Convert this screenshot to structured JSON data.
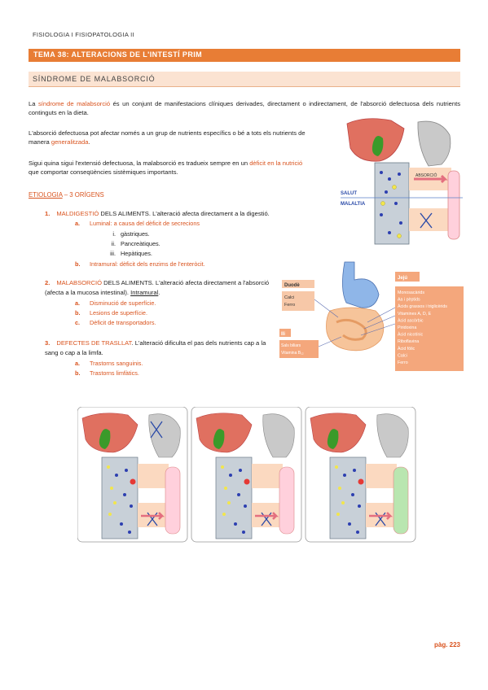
{
  "header": {
    "course": "FISIOLOGIA I FISIOPATOLOGIA II"
  },
  "title_bar": {
    "title": "TEMA 38: ALTERACIONS DE L'INTESTÍ PRIM"
  },
  "section": {
    "title": "SÍNDROME DE MALABSORCIÓ"
  },
  "intro": {
    "p1_a": "La ",
    "p1_link": "síndrome de malabsorció",
    "p1_b": " és un conjunt de manifestacions clíniques derivades, directament o indirectament, de l'absorció defectuosa dels nutrients continguts en la dieta.",
    "p2_a": "L'absorció defectuosa pot afectar només a un grup de nutrients específics o bé a tots els nutrients de manera ",
    "p2_hl": "generalitzada",
    "p2_b": ".",
    "p3_a": "Sigui quina sigui l'extensió defectuosa, la malabsorció es tradueix sempre en un ",
    "p3_hl": "dèficit en la nutrició",
    "p3_b": " que comportar conseqüències sistèmiques importants."
  },
  "etiology": {
    "title": "ETIOLOGIA",
    "suffix": " – 3 ORÍGENS"
  },
  "items": [
    {
      "num": "1.",
      "head": "MALDIGESTIÓ",
      "rest": " DELS ALIMENTS. L'alteració afecta directament a la digestió.",
      "subs": [
        {
          "key": "a.",
          "text": "Luminal: a causa del dèficit de secrecions"
        },
        {
          "key": "b.",
          "text": "Intramural: dèficit dels enzims de l'enteròcit."
        }
      ],
      "roman": [
        {
          "key": "i.",
          "text": "gàstriques."
        },
        {
          "key": "ii.",
          "text": "Pancreàtiques."
        },
        {
          "key": "iii.",
          "text": "Hepàtiques."
        }
      ]
    },
    {
      "num": "2.",
      "head": "MALABSORCIÓ",
      "rest": " DELS ALIMENTS. L'alteració afecta directament a l'absorció (afecta a la mucosa intestinal). ",
      "rest_u": "Intramural",
      "rest_end": ".",
      "subs": [
        {
          "key": "a.",
          "text": "Disminució de superfície."
        },
        {
          "key": "b.",
          "text": "Lesions de superfície."
        },
        {
          "key": "c.",
          "text": "Dèficit de transportadors."
        }
      ]
    },
    {
      "num": "3.",
      "head": "DEFECTES DE TRASLLAT",
      "rest": ". L'alteració dificulta el pas dels nutrients cap a la sang o cap a la limfa.",
      "subs": [
        {
          "key": "a.",
          "text": "Trastorns sanguinis."
        },
        {
          "key": "b.",
          "text": "Trastorns limfàtics."
        }
      ]
    }
  ],
  "fig1": {
    "label_absorcio": "ABSORCIÓ",
    "label_salut": "SALUT",
    "label_malaltia": "MALALTIA"
  },
  "fig2": {
    "duode": "Duodè",
    "duode_list": [
      "Calci",
      "Ferro"
    ],
    "ili": "Ili",
    "ili_list": [
      "Sals biliars",
      "Vitamina B₁₂"
    ],
    "jeju": "Jejú",
    "jeju_list": [
      "Monosacàrids",
      "Aa i pèptids",
      "Àcids grassos i triglicèrids",
      "Vitamines A, D, E",
      "Àcid ascòrbic",
      "Piridoxina",
      "Àcid nicotínic",
      "Riboflavina",
      "Àcid fòlic",
      "Calci",
      "Ferro"
    ]
  },
  "footer": {
    "page": "pàg. 223"
  },
  "colors": {
    "accent": "#e87d35",
    "text_accent": "#d9531e",
    "band": "#fbe3d2"
  }
}
